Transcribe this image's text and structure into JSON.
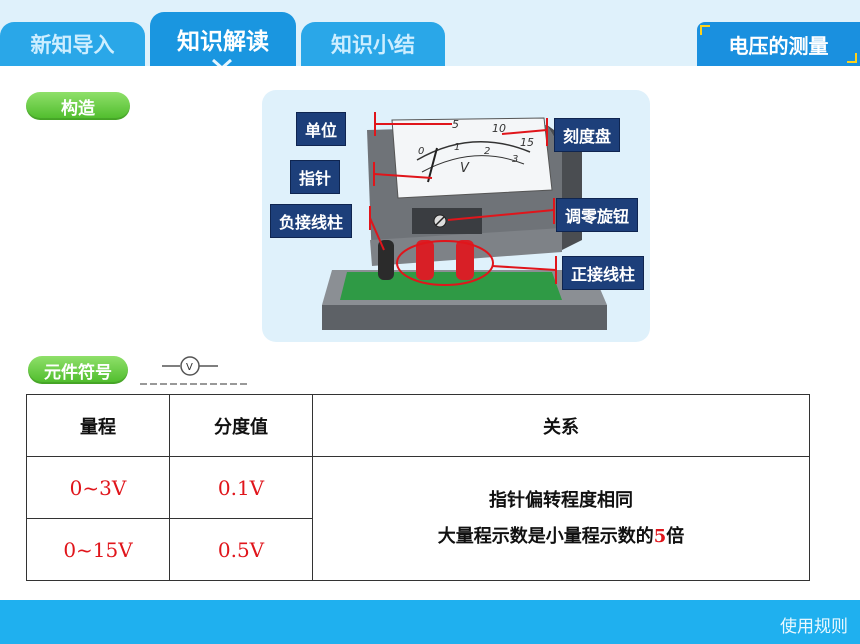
{
  "tabs": [
    {
      "label": "新知导入"
    },
    {
      "label": "知识解读"
    },
    {
      "label": "知识小结"
    }
  ],
  "header": {
    "title": "电压的测量"
  },
  "sections": {
    "structure": "构造",
    "symbol": "元件符号"
  },
  "diagram": {
    "labels": {
      "unit": "单位",
      "pointer": "指针",
      "negative_terminal": "负接线柱",
      "dial": "刻度盘",
      "zero_knob": "调零旋钮",
      "positive_terminal": "正接线柱"
    },
    "scale_top": [
      "5",
      "10",
      "15"
    ],
    "scale_bottom": [
      "0",
      "1",
      "2",
      "3"
    ],
    "unit_mark": "V"
  },
  "symbol": {
    "letter": "V"
  },
  "table": {
    "headers": [
      "量程",
      "分度值",
      "关系"
    ],
    "rows": [
      {
        "range": "0~3V",
        "division": "0.1V"
      },
      {
        "range": "0~15V",
        "division": "0.5V"
      }
    ],
    "relation_line1": "指针偏转程度相同",
    "relation_line2_prefix": "大量程示数是小量程示数的",
    "relation_multiple": "5",
    "relation_line2_suffix": "倍"
  },
  "footer": {
    "rules": "使用规则"
  },
  "colors": {
    "accent": "#1a96e0",
    "highlight": "#e0151b",
    "section_green": "#4dbb2a",
    "label_bg": "#1d3f7a"
  }
}
